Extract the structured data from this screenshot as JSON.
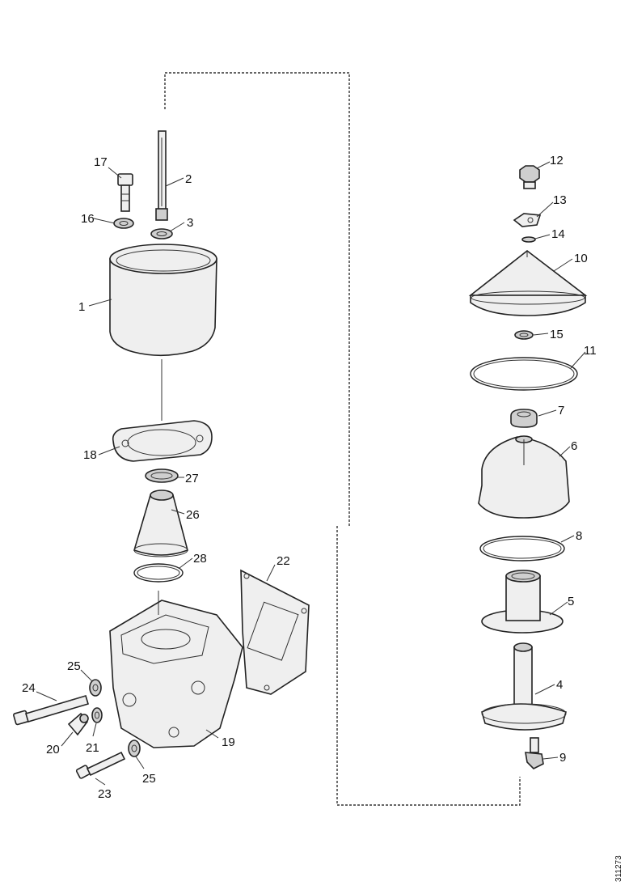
{
  "callouts": [
    {
      "id": "17",
      "text": "17"
    },
    {
      "id": "2",
      "text": "2"
    },
    {
      "id": "16",
      "text": "16"
    },
    {
      "id": "3",
      "text": "3"
    },
    {
      "id": "1",
      "text": "1"
    },
    {
      "id": "18",
      "text": "18"
    },
    {
      "id": "27",
      "text": "27"
    },
    {
      "id": "26",
      "text": "26"
    },
    {
      "id": "28",
      "text": "28"
    },
    {
      "id": "22",
      "text": "22"
    },
    {
      "id": "25a",
      "text": "25"
    },
    {
      "id": "24",
      "text": "24"
    },
    {
      "id": "20",
      "text": "20"
    },
    {
      "id": "21",
      "text": "21"
    },
    {
      "id": "19",
      "text": "19"
    },
    {
      "id": "25b",
      "text": "25"
    },
    {
      "id": "23",
      "text": "23"
    },
    {
      "id": "12",
      "text": "12"
    },
    {
      "id": "13",
      "text": "13"
    },
    {
      "id": "14",
      "text": "14"
    },
    {
      "id": "10",
      "text": "10"
    },
    {
      "id": "15",
      "text": "15"
    },
    {
      "id": "11",
      "text": "11"
    },
    {
      "id": "7",
      "text": "7"
    },
    {
      "id": "6",
      "text": "6"
    },
    {
      "id": "8",
      "text": "8"
    },
    {
      "id": "5",
      "text": "5"
    },
    {
      "id": "4",
      "text": "4"
    },
    {
      "id": "9",
      "text": "9"
    }
  ],
  "drawing_number": "311273"
}
